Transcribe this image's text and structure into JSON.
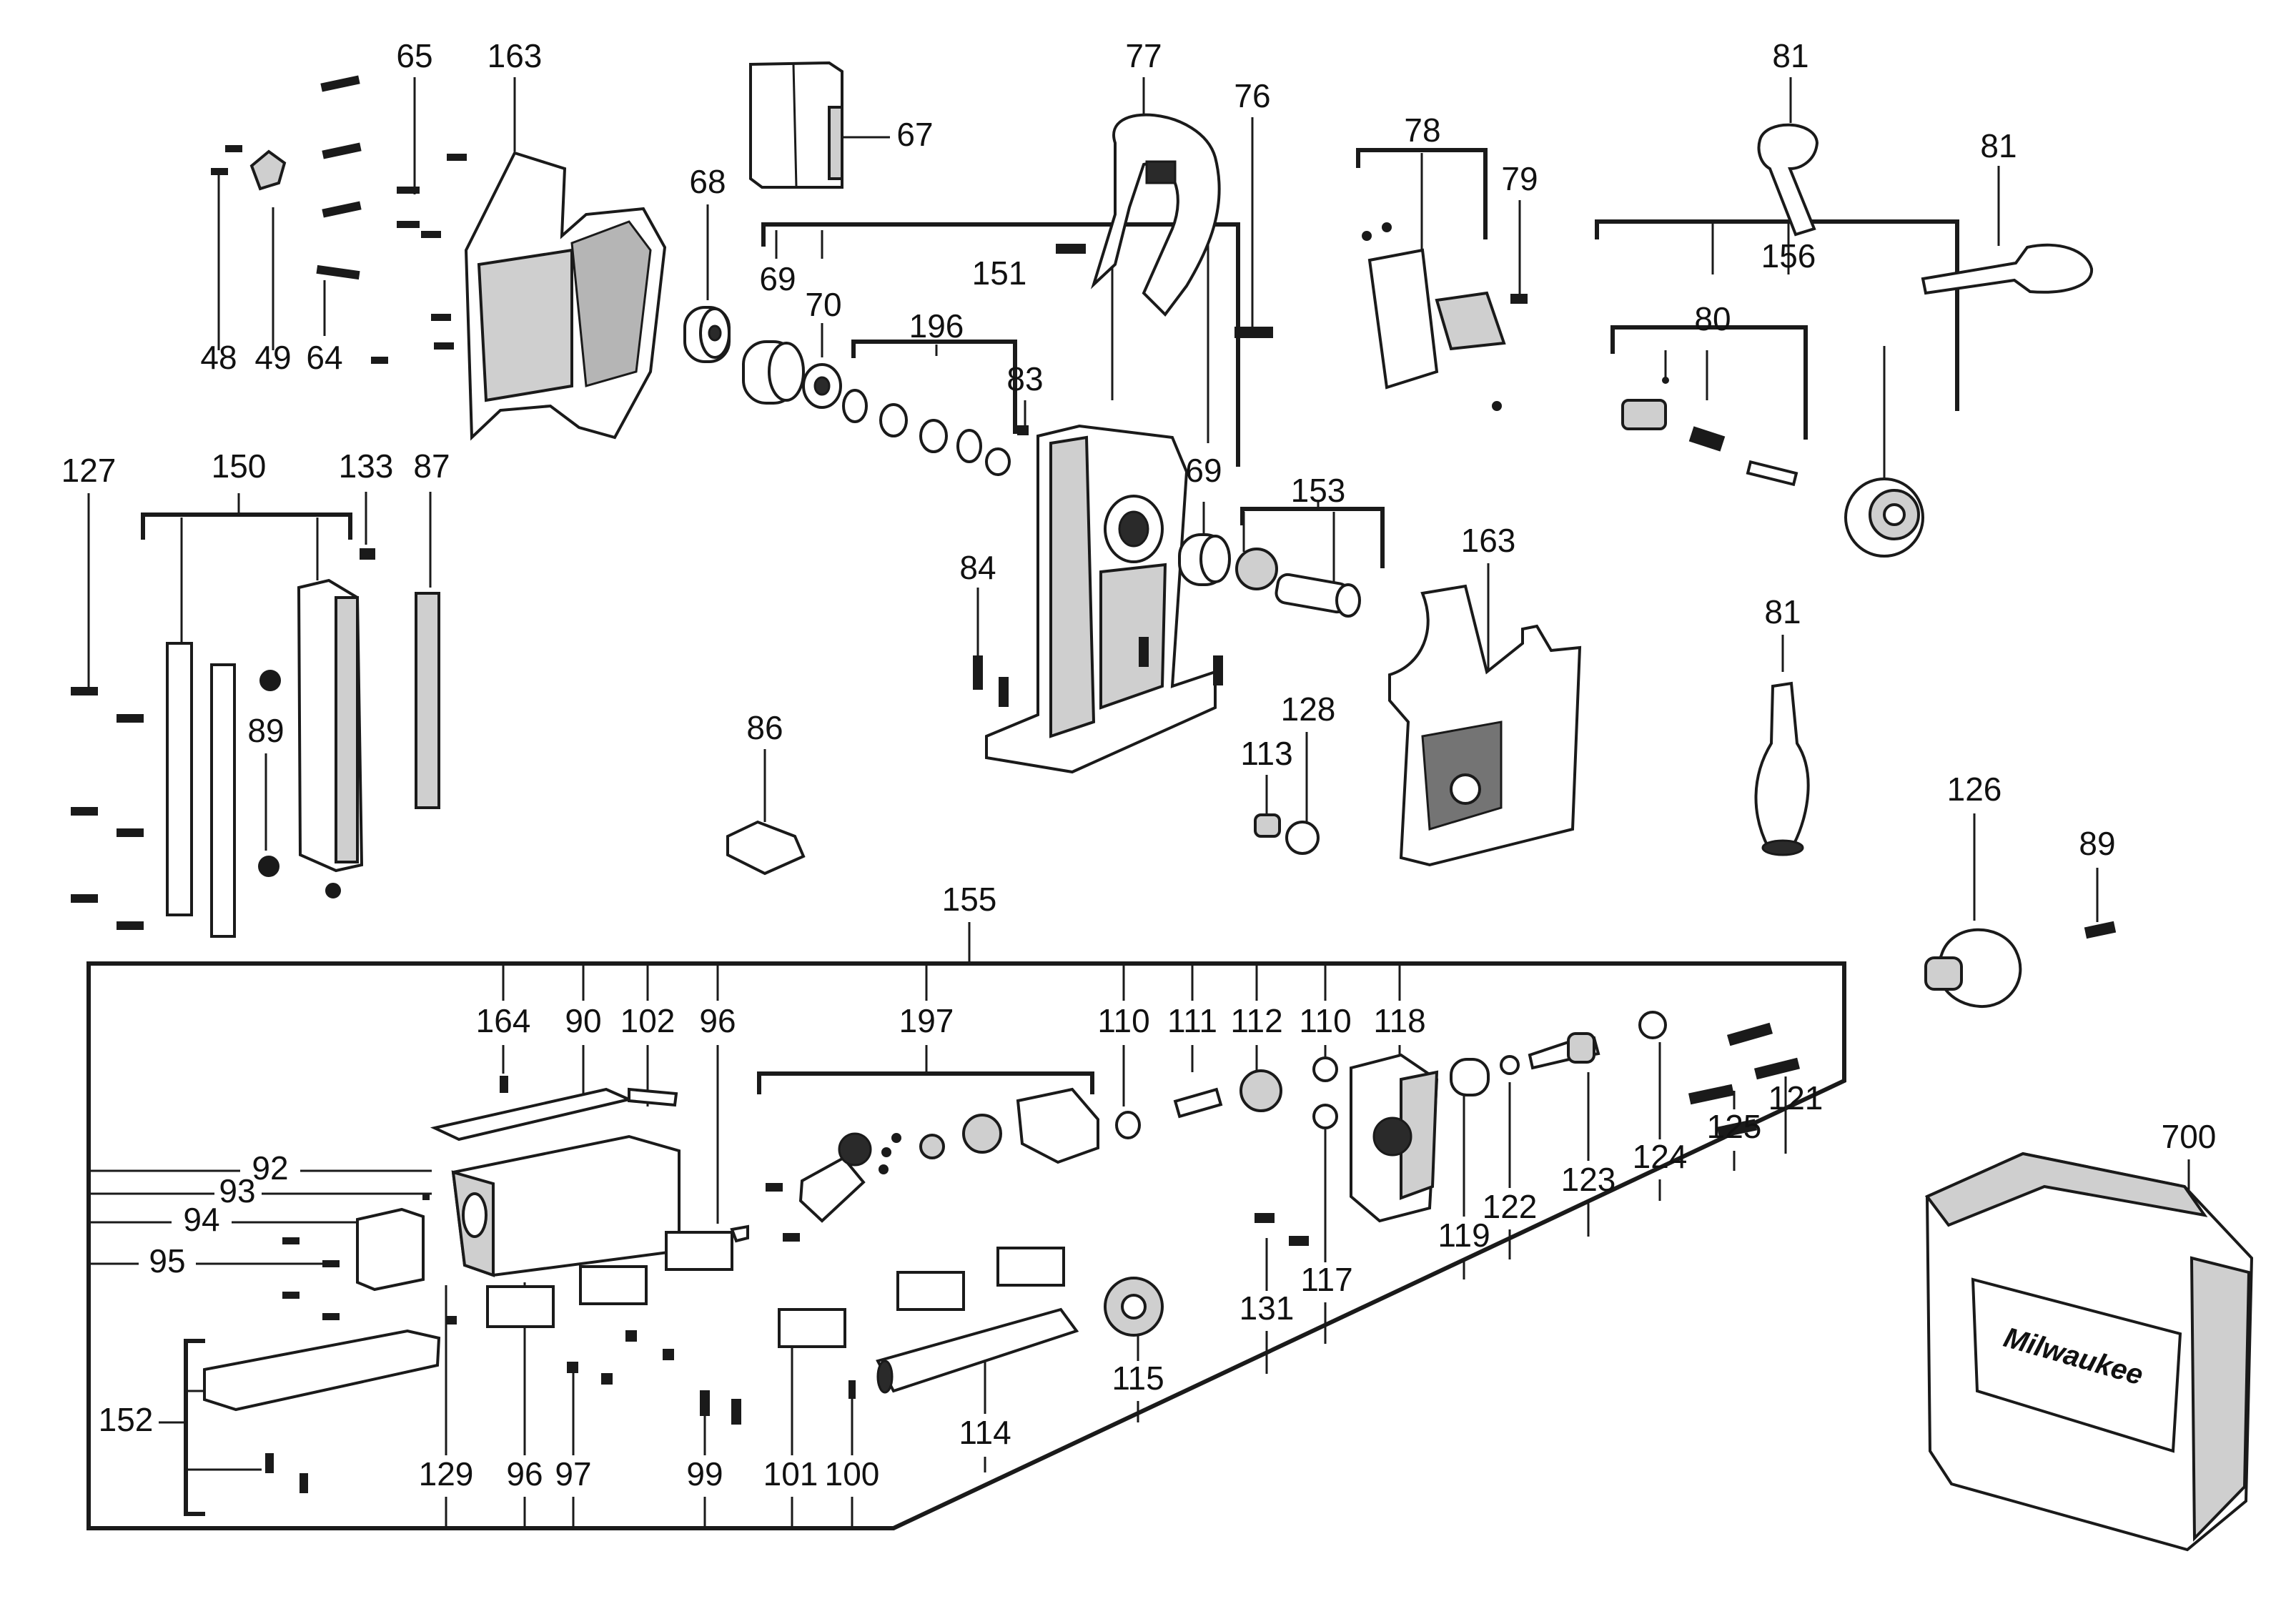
{
  "labels": {
    "l65": "65",
    "l163a": "163",
    "l67": "67",
    "l77": "77",
    "l76": "76",
    "l78": "78",
    "l79": "79",
    "l81a": "81",
    "l81b": "81",
    "l156": "156",
    "l68": "68",
    "l69a": "69",
    "l70": "70",
    "l151": "151",
    "l196": "196",
    "l83": "83",
    "l80": "80",
    "l48": "48",
    "l49": "49",
    "l64": "64",
    "l127": "127",
    "l150": "150",
    "l133": "133",
    "l87": "87",
    "l69b": "69",
    "l153": "153",
    "l163b": "163",
    "l84": "84",
    "l81c": "81",
    "l89a": "89",
    "l128": "128",
    "l113": "113",
    "l86": "86",
    "l126": "126",
    "l89b": "89",
    "l155": "155",
    "l164": "164",
    "l90": "90",
    "l102": "102",
    "l96a": "96",
    "l197": "197",
    "l110a": "110",
    "l111": "111",
    "l112": "112",
    "l110b": "110",
    "l118": "118",
    "l121": "121",
    "l125": "125",
    "l124": "124",
    "l700": "700",
    "l92": "92",
    "l93": "93",
    "l94": "94",
    "l95": "95",
    "l119": "119",
    "l122": "122",
    "l123": "123",
    "l131": "131",
    "l117": "117",
    "l115": "115",
    "l152": "152",
    "l114": "114",
    "l129": "129",
    "l96b": "96",
    "l97": "97",
    "l99": "99",
    "l101": "101",
    "l100": "100"
  },
  "case_brand": "Milwaukee",
  "colors": {
    "ink": "#1a1a1a",
    "part_fill": "#ffffff",
    "part_shade": "#cfcfcf",
    "background": "#ffffff"
  }
}
